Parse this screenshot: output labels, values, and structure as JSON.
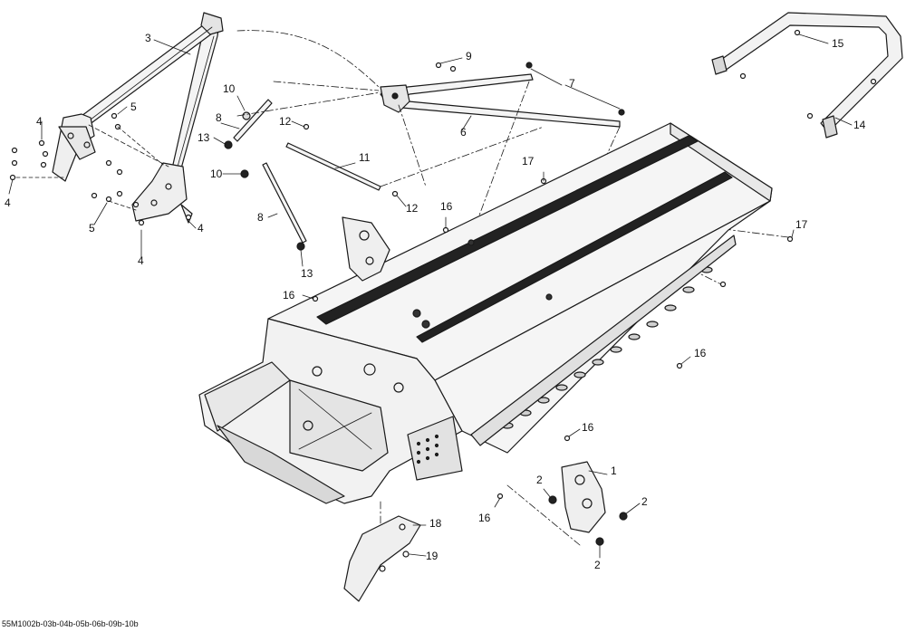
{
  "diagram": {
    "document_code": "55M1002b-03b-04b-05b-06b-09b-10b",
    "callouts": [
      {
        "id": "c3",
        "text": "3"
      },
      {
        "id": "c4a",
        "text": "4"
      },
      {
        "id": "c4b",
        "text": "4"
      },
      {
        "id": "c4c",
        "text": "4"
      },
      {
        "id": "c4d",
        "text": "4"
      },
      {
        "id": "c5a",
        "text": "5"
      },
      {
        "id": "c5b",
        "text": "5"
      },
      {
        "id": "c10a",
        "text": "10"
      },
      {
        "id": "c8a",
        "text": "8"
      },
      {
        "id": "c13a",
        "text": "13"
      },
      {
        "id": "c10b",
        "text": "10"
      },
      {
        "id": "c12a",
        "text": "12"
      },
      {
        "id": "c11",
        "text": "11"
      },
      {
        "id": "c12b",
        "text": "12"
      },
      {
        "id": "c8b",
        "text": "8"
      },
      {
        "id": "c13b",
        "text": "13"
      },
      {
        "id": "c9",
        "text": "9"
      },
      {
        "id": "c7",
        "text": "7"
      },
      {
        "id": "c6",
        "text": "6"
      },
      {
        "id": "c15",
        "text": "15"
      },
      {
        "id": "c14",
        "text": "14"
      },
      {
        "id": "c17a",
        "text": "17"
      },
      {
        "id": "c17b",
        "text": "17"
      },
      {
        "id": "c16a",
        "text": "16"
      },
      {
        "id": "c16b",
        "text": "16"
      },
      {
        "id": "c16c",
        "text": "16"
      },
      {
        "id": "c16d",
        "text": "16"
      },
      {
        "id": "c16e",
        "text": "16"
      },
      {
        "id": "c1",
        "text": "1"
      },
      {
        "id": "c2a",
        "text": "2"
      },
      {
        "id": "c2b",
        "text": "2"
      },
      {
        "id": "c2c",
        "text": "2"
      },
      {
        "id": "c18",
        "text": "18"
      },
      {
        "id": "c19",
        "text": "19"
      }
    ]
  }
}
